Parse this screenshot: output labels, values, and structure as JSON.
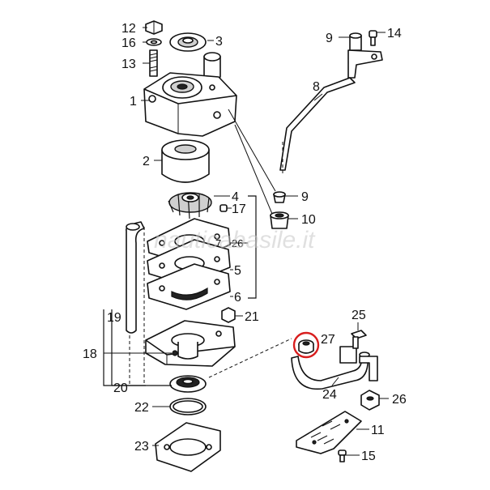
{
  "watermark": "nauticabasile.it",
  "highlight_color": "#d81e1e",
  "callouts": {
    "p1": "1",
    "p2": "2",
    "p3": "3",
    "p4": "4",
    "p5": "5",
    "p6": "6",
    "p7": "7",
    "p8": "8",
    "p9a": "9",
    "p9b": "9",
    "p10": "10",
    "p11": "11",
    "p12": "12",
    "p13": "13",
    "p14": "14",
    "p15": "15",
    "p16": "16",
    "p17": "17",
    "p18": "18",
    "p19": "19",
    "p20": "20",
    "p21": "21",
    "p22": "22",
    "p23": "23",
    "p24": "24",
    "p25": "25",
    "p26": "26",
    "p26b": "26",
    "p27": "27"
  }
}
